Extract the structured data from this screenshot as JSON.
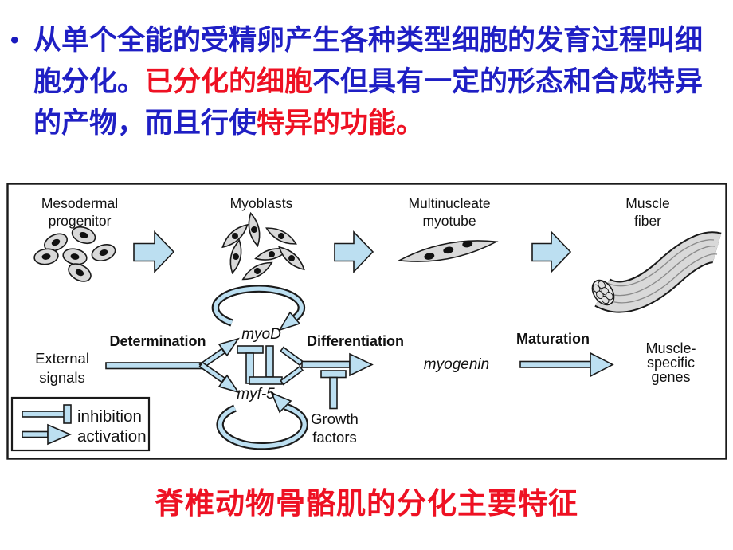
{
  "colors": {
    "text_blue": "#1f1fc4",
    "text_red": "#ee1123",
    "diagram_arrow_blue": "#bcdff1",
    "cell_gray": "#d9d9d9",
    "caption_red": "#ee1123"
  },
  "intro": {
    "bullet": "•",
    "segments": [
      {
        "text": "从单个全能的受精卵产生各种类型细胞的发育过程叫细胞分化。",
        "color": "blue"
      },
      {
        "text": "已分化的细胞",
        "color": "red"
      },
      {
        "text": "不但具有一定的形态和合成特异的产物，而且行使",
        "color": "blue"
      },
      {
        "text": "特异的功能。",
        "color": "red"
      }
    ]
  },
  "diagram": {
    "stages": [
      {
        "label_lines": [
          "Mesodermal",
          "progenitor"
        ]
      },
      {
        "label_lines": [
          "Myoblasts"
        ]
      },
      {
        "label_lines": [
          "Multinucleate",
          "myotube"
        ]
      },
      {
        "label_lines": [
          "Muscle",
          "fiber"
        ]
      }
    ],
    "process_labels": {
      "determination": "Determination",
      "differentiation": "Differentiation",
      "maturation": "Maturation"
    },
    "genes": {
      "myod": "myoD",
      "myf5": "myf-5",
      "myogenin": "myogenin"
    },
    "external_signals": [
      "External",
      "signals"
    ],
    "growth_factors": [
      "Growth",
      "factors"
    ],
    "muscle_specific": [
      "Muscle-",
      "specific",
      "genes"
    ],
    "legend": {
      "inhibition": "inhibition",
      "activation": "activation"
    }
  },
  "caption": "脊椎动物骨骼肌的分化主要特征"
}
